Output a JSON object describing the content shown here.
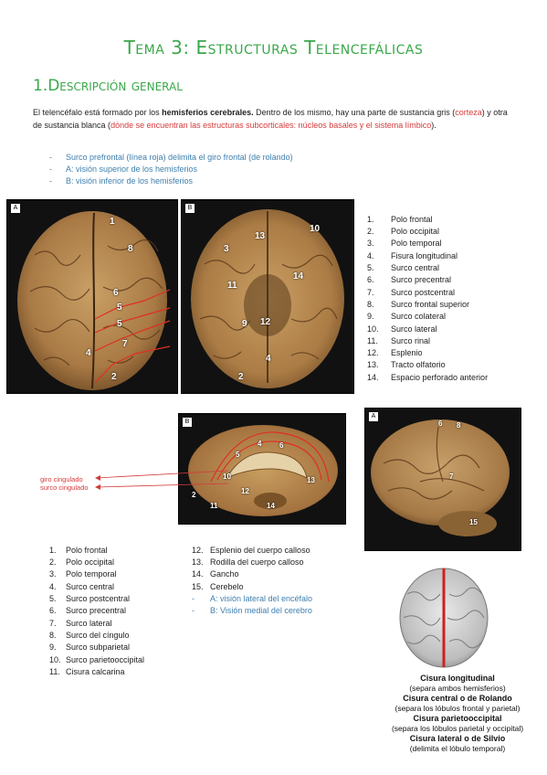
{
  "title": "Tema 3: Estructuras Telencefálicas",
  "section": "1.Descripción general",
  "intro": {
    "p1": "El telencéfalo está formado por los ",
    "bold": "hemisferios cerebrales.",
    "p2": " Dentro de los mismo, hay una parte de sustancia gris (",
    "red1": "corteza",
    "p3": ") y otra de sustancia blanca (",
    "red2": "dónde se encuentran las estructuras subcorticales: núcleos basales y el sistema límbico",
    "p4": ")."
  },
  "bullets": [
    "Surco prefrontal (línea roja) delimita el giro frontal (de rolando)",
    "A: visión superior de los hemisferios",
    "B: visión inferior de los hemisferios"
  ],
  "panel_labels": {
    "a": "A",
    "b": "B",
    "c": "B",
    "d": "A"
  },
  "superior_markers": [
    "1",
    "8",
    "6",
    "5",
    "5",
    "7",
    "4",
    "2"
  ],
  "inferior_markers": [
    "13",
    "10",
    "3",
    "11",
    "14",
    "12",
    "9",
    "4",
    "2"
  ],
  "medial_markers": [
    "13",
    "12",
    "10",
    "11",
    "2",
    "14",
    "5",
    "4",
    "6"
  ],
  "lateral_markers": [
    "6",
    "8",
    "7",
    "15"
  ],
  "list1": [
    {
      "n": "1.",
      "v": "Polo frontal"
    },
    {
      "n": "2.",
      "v": "Polo occipital"
    },
    {
      "n": "3.",
      "v": "Polo temporal"
    },
    {
      "n": "4.",
      "v": "Fisura longitudinal"
    },
    {
      "n": "5.",
      "v": "Surco central"
    },
    {
      "n": "6.",
      "v": "Surco precentral"
    },
    {
      "n": "7.",
      "v": "Surco postcentral"
    },
    {
      "n": "8.",
      "v": "Surco frontal superior"
    },
    {
      "n": "9.",
      "v": "Surco colateral"
    },
    {
      "n": "10.",
      "v": "Surco lateral"
    },
    {
      "n": "11.",
      "v": "Surco rinal"
    },
    {
      "n": "12.",
      "v": "Esplenio"
    },
    {
      "n": "13.",
      "v": "Tracto olfatorio"
    },
    {
      "n": "14.",
      "v": "Espacio perforado anterior"
    }
  ],
  "annot": {
    "giro": "giro cingulado",
    "surco": "surco cingulado"
  },
  "list2": [
    {
      "n": "1.",
      "v": "Polo frontal"
    },
    {
      "n": "2.",
      "v": "Polo occipital"
    },
    {
      "n": "3.",
      "v": "Polo temporal"
    },
    {
      "n": "4.",
      "v": "Surco central"
    },
    {
      "n": "5.",
      "v": "Surco postcentral"
    },
    {
      "n": "6.",
      "v": "Surco precentral"
    },
    {
      "n": "7.",
      "v": "Surco lateral"
    },
    {
      "n": "8.",
      "v": "Surco del cíngulo"
    },
    {
      "n": "9.",
      "v": "Surco subparietal"
    },
    {
      "n": "10.",
      "v": "Surco parietooccipital"
    },
    {
      "n": "11.",
      "v": "Cisura calcarina"
    }
  ],
  "list3": [
    {
      "n": "12.",
      "v": "Esplenio del cuerpo calloso"
    },
    {
      "n": "13.",
      "v": "Rodilla del cuerpo calloso"
    },
    {
      "n": "14.",
      "v": "Gancho"
    },
    {
      "n": "15.",
      "v": "Cerebelo"
    }
  ],
  "list3_bullets": [
    "A: visión lateral del encéfalo",
    "B: Visión medial del cerebro"
  ],
  "captions": [
    {
      "t": "Cisura longitudinal",
      "s": "(separa ambos hemisferios)"
    },
    {
      "t": "Cisura central o de Rolando",
      "s": "(separa los lóbulos frontal y parietal)"
    },
    {
      "t": "Cisura parietooccipital",
      "s": "(separa los lóbulos parietal y occipital)"
    },
    {
      "t": "Cisura lateral o de Silvio",
      "s": "(delimita el lóbulo temporal)"
    }
  ],
  "colors": {
    "green": "#3aa84a",
    "red": "#d43a3a",
    "blue": "#3f7fae"
  }
}
